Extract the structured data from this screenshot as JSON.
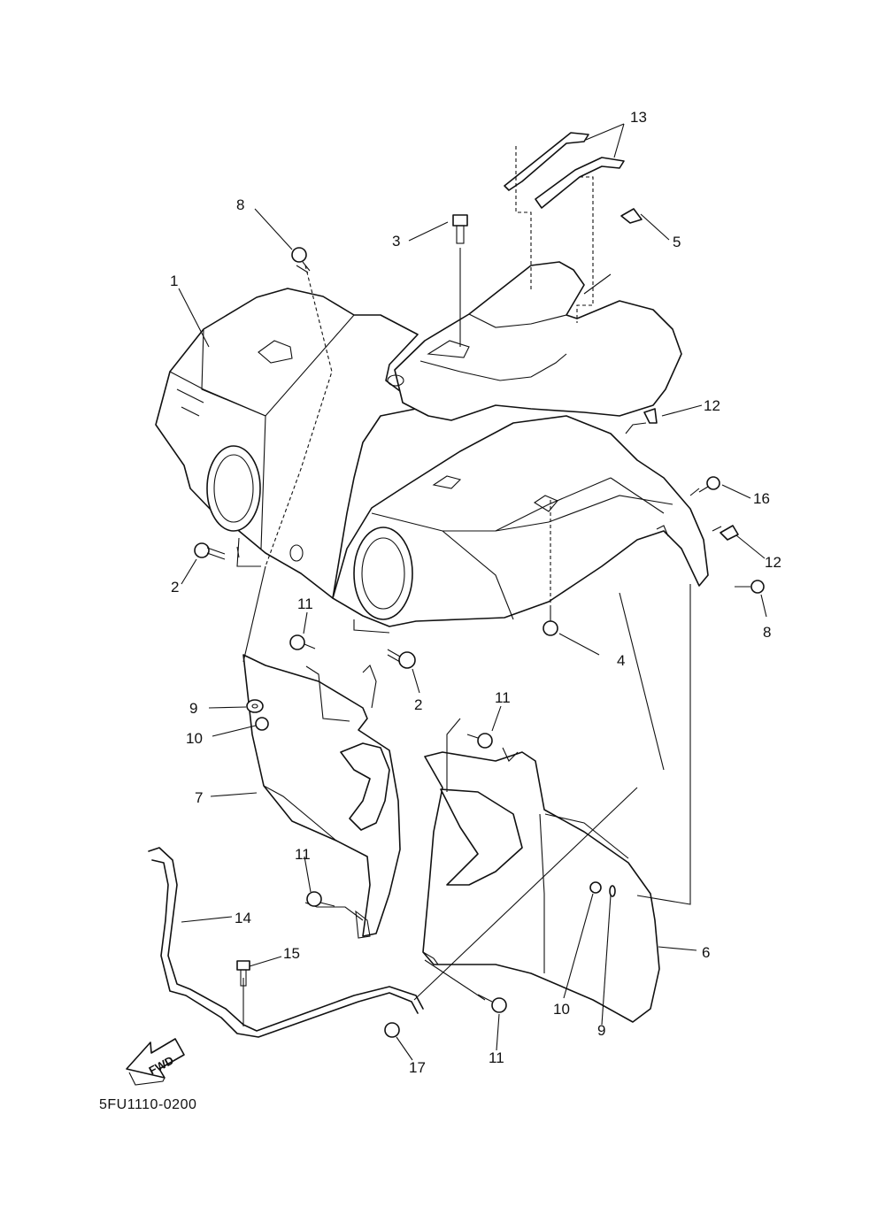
{
  "diagram_code": "5FU1110-0200",
  "direction_label": "FWD",
  "callouts": [
    "1",
    "2",
    "2",
    "3",
    "4",
    "5",
    "6",
    "7",
    "8",
    "8",
    "9",
    "9",
    "10",
    "10",
    "11",
    "11",
    "11",
    "11",
    "12",
    "12",
    "13",
    "14",
    "15",
    "16",
    "17"
  ],
  "colors": {
    "line": "#111111",
    "background": "#ffffff"
  }
}
